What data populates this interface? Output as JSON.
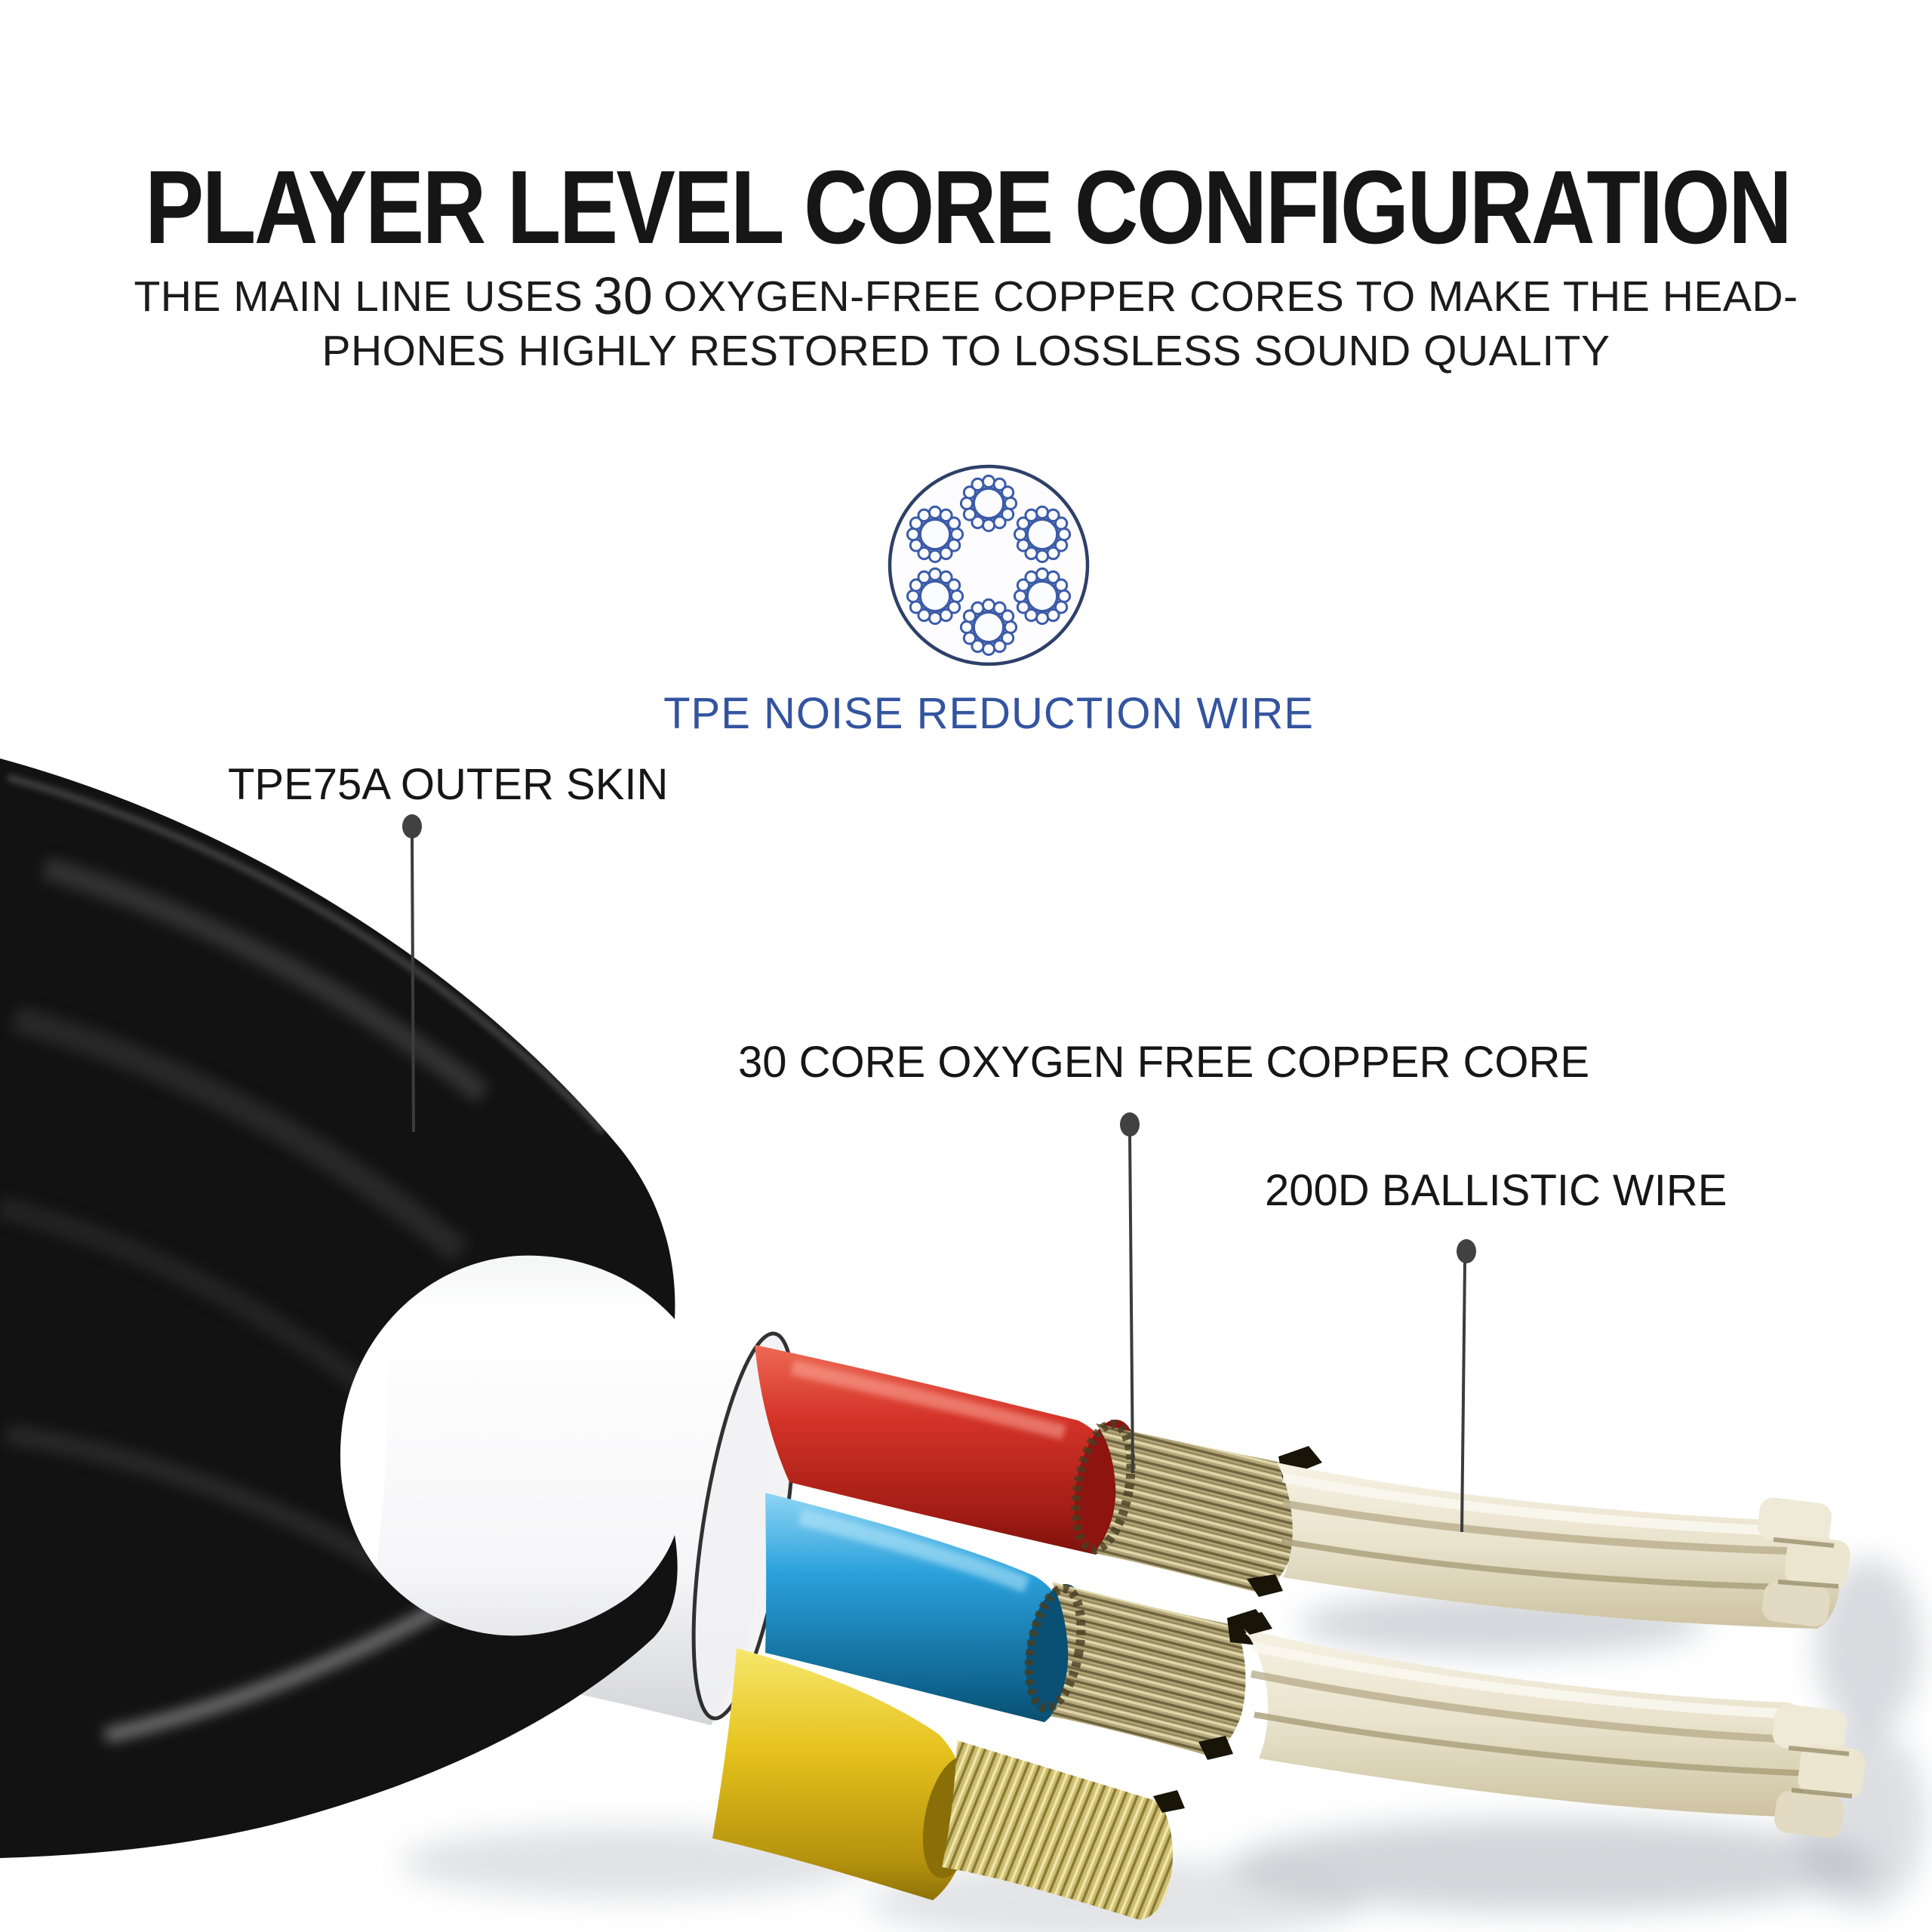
{
  "page": {
    "background_color": "#ffffff"
  },
  "header": {
    "title": "PLAYER LEVEL CORE CONFIGURATION",
    "subtitle": {
      "line1_prefix": "THE MAIN LINE USES",
      "line1_number": "30",
      "line1_suffix": "OXYGEN-FREE COPPER CORES TO MAKE THE HEAD-",
      "line2": "PHONES HIGHLY RESTORED TO LOSSLESS SOUND QUALITY"
    },
    "text_color": "#1b1b1b"
  },
  "cross_section": {
    "label": "TPE NOISE REDUCTION WIRE",
    "accent_color": "#33549f",
    "strand_bundles": 6,
    "wires_per_bundle": 12
  },
  "callouts": [
    {
      "id": "outer-skin",
      "label": "TPE75A OUTER SKIN"
    },
    {
      "id": "copper-core",
      "label": "30 CORE OXYGEN FREE COPPER CORE"
    },
    {
      "id": "ballistic-wire",
      "label": "200D BALLISTIC WIRE"
    }
  ],
  "cable": {
    "jacket_color": "#121212",
    "inner_sheath_color": "#ffffff",
    "core_colors": [
      "#d43328",
      "#2ba1dc",
      "#e6c31d"
    ],
    "copper_color": "#b3a678",
    "ballistic_fiber_color": "#eae3cf"
  }
}
